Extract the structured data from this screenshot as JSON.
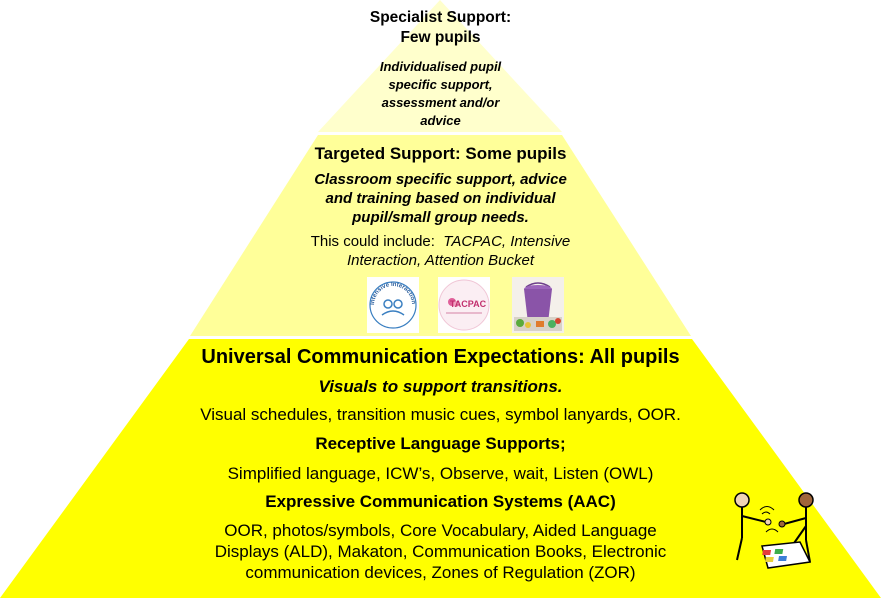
{
  "tiers": {
    "specialist": {
      "title_line1": "Specialist Support:",
      "title_line2": "Few pupils",
      "desc_line1": "Individualised pupil",
      "desc_line2": "specific support,",
      "desc_line3": "assessment and/or",
      "desc_line4": "advice"
    },
    "targeted": {
      "title": "Targeted Support: Some pupils",
      "desc_line1": "Classroom specific support, advice",
      "desc_line2": "and training based on individual",
      "desc_line3": "pupil/small group needs.",
      "note_prefix": "This could include:",
      "note_items_line1": "TACPAC, Intensive",
      "note_items_line2": "Interaction, Attention Bucket",
      "images": {
        "intensive_interaction_logo_text": "Intensive Interaction",
        "tacpac_logo_text": "TACPAC"
      }
    },
    "universal": {
      "title": "Universal Communication Expectations: All pupils",
      "visuals_heading": "Visuals to support transitions.",
      "visuals_detail": "Visual schedules, transition music cues, symbol lanyards, OOR.",
      "receptive_heading": "Receptive Language Supports;",
      "receptive_detail": "Simplified language, ICW’s, Observe, wait, Listen (OWL)",
      "expressive_heading": "Expressive Communication Systems (AAC)",
      "expressive_line1": "OOR, photos/symbols, Core Vocabulary, Aided Language",
      "expressive_line2": "Displays (ALD), Makaton, Communication Books, Electronic",
      "expressive_line3": "communication devices, Zones of Regulation (ZOR)"
    }
  },
  "colors": {
    "tier_top": "#ffffcc",
    "tier_middle": "#ffff99",
    "tier_bottom": "#ffff00",
    "outline": "#ffffff",
    "bucket": "#8a54a8"
  }
}
